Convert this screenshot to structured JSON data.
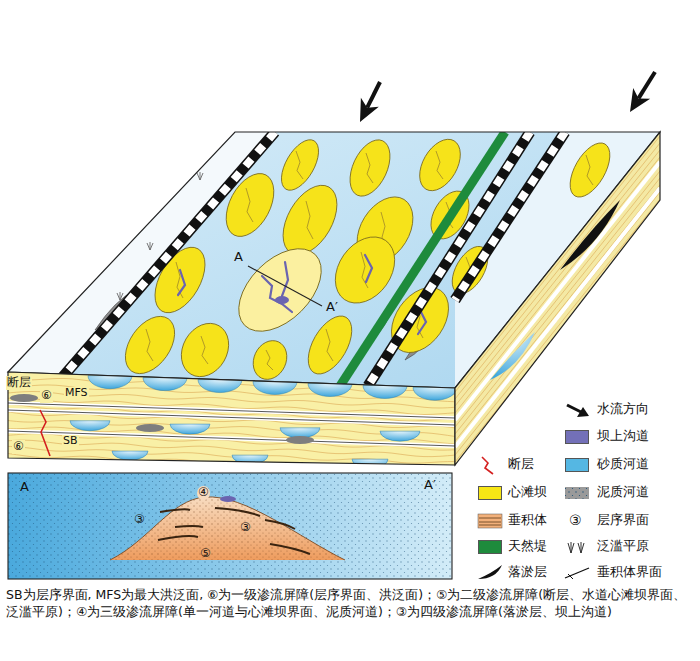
{
  "diagram": {
    "caption": "SB为层序界面, MFS为最大洪泛面, ⑥为一级渗流屏障(层序界面、洪泛面)；⑤为二级渗流屏障(断层、水道心滩坝界面、泛滥平原)；④为三级渗流屏障(单一河道与心滩坝界面、泥质河道)；③为四级渗流屏障(落淤层、坝上沟道)",
    "labels": [
      "A",
      "A′",
      "断层",
      "⑥",
      "MFS",
      "⑥",
      "SB",
      "A",
      "④",
      "A′",
      "③",
      "③",
      "⑤",
      "③"
    ],
    "legend": [
      {
        "text": "水流方向"
      },
      {
        "text": "坝上沟道",
        "color": "#7370b8"
      },
      {
        "text": "断层"
      },
      {
        "text": "砂质河道",
        "color": "#55b7e3"
      },
      {
        "text": "心滩坝",
        "color": "#f7e615"
      },
      {
        "text": "泥质河道"
      },
      {
        "text": "垂积体"
      },
      {
        "text": "层序界面"
      },
      {
        "text": "天然堤",
        "color": "#1e8b3c"
      },
      {
        "text": "泛滥平原"
      },
      {
        "text": "落淤层"
      },
      {
        "text": "垂积体界面"
      }
    ]
  }
}
